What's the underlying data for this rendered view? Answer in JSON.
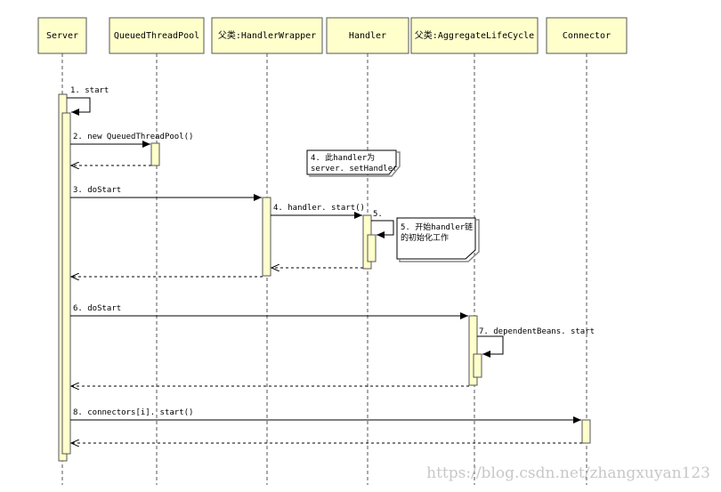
{
  "participants": [
    {
      "id": "server",
      "label": "Server"
    },
    {
      "id": "pool",
      "label": "QueuedThreadPool"
    },
    {
      "id": "wrapper",
      "label": "父类:HandlerWrapper"
    },
    {
      "id": "handler",
      "label": "Handler"
    },
    {
      "id": "lifecycle",
      "label": "父类:AggregateLifeCycle"
    },
    {
      "id": "connector",
      "label": "Connector"
    }
  ],
  "messages": [
    {
      "label": "1. start"
    },
    {
      "label": "2. new QueuedThreadPool()"
    },
    {
      "label": "3. doStart"
    },
    {
      "label": "4. handler. start()"
    },
    {
      "label": "5."
    },
    {
      "label": "6. doStart"
    },
    {
      "label": "7. dependentBeans. start"
    },
    {
      "label": "8. connectors[i]. start()"
    }
  ],
  "notes": [
    {
      "lines": [
        "4. 此handler为",
        "server. setHandler"
      ]
    },
    {
      "lines": [
        "5. 开始handler链",
        "的初始化工作"
      ]
    }
  ],
  "watermark": "https://blog.csdn.net/zhangxuyan123",
  "colors": {
    "header_fill": "#ffffcc",
    "activation_fill": "#ffffcc",
    "line": "#000000",
    "lifeline": "#555555",
    "watermark": "#c8c8c8"
  }
}
